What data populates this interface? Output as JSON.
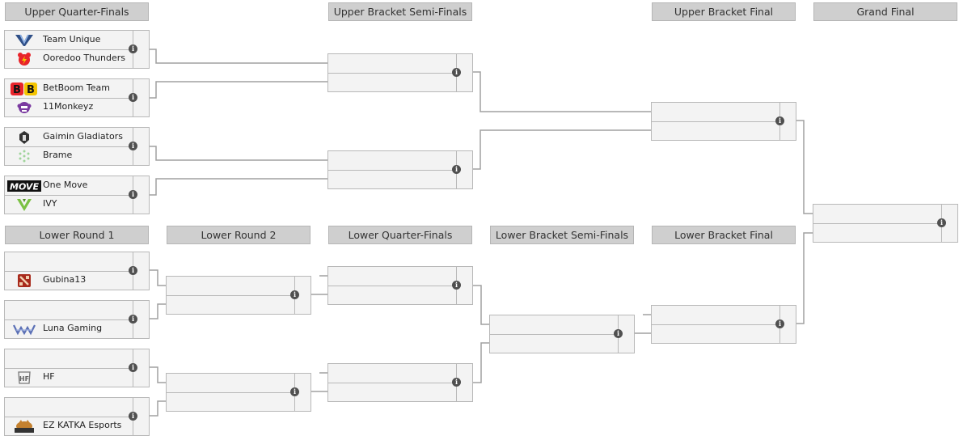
{
  "headers": {
    "uqf": "Upper Quarter-Finals",
    "ubsf": "Upper Bracket Semi-Finals",
    "ubf": "Upper Bracket Final",
    "gf": "Grand Final",
    "lr1": "Lower Round 1",
    "lr2": "Lower Round 2",
    "lqf": "Lower Quarter-Finals",
    "lbsf": "Lower Bracket Semi-Finals",
    "lbf": "Lower Bracket Final"
  },
  "teams": {
    "team_unique": "Team Unique",
    "ooredoo": "Ooredoo Thunders",
    "betboom": "BetBoom Team",
    "monkeyz": "11Monkeyz",
    "gaimin": "Gaimin Gladiators",
    "brame": "Brame",
    "onemove": "One Move",
    "ivy": "IVY",
    "gubina": "Gubina13",
    "luna": "Luna Gaming",
    "hf": "HF",
    "ezkatka": "EZ KATKA Esports"
  },
  "logo_text": {
    "betboom": "BB",
    "onemove": "MOVE",
    "hf": "HF"
  },
  "info_glyph": "i",
  "colors": {
    "header_bg": "#cfcfcf",
    "match_bg": "#f3f3f3",
    "line": "#a0a0a0",
    "betboom_red": "#e8232a",
    "betboom_yellow": "#f4c400",
    "ivy_green": "#7bc143",
    "brame_green": "#9fd49a"
  }
}
